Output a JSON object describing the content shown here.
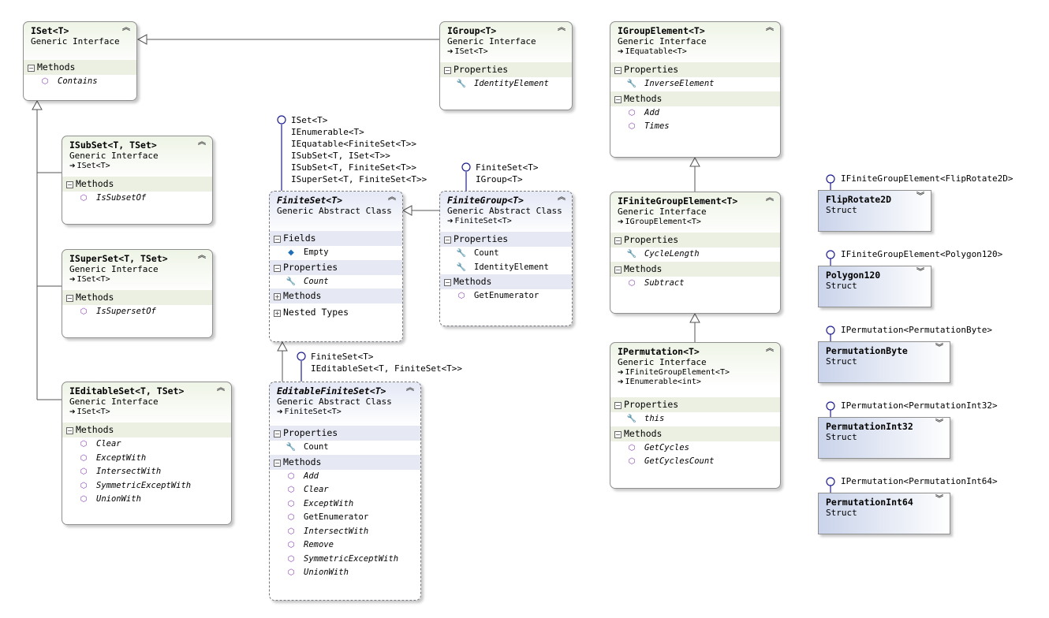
{
  "boxes": {
    "iset": {
      "title": "ISet<T>",
      "kind": "Generic Interface",
      "sec0": "Methods",
      "m0": "Contains"
    },
    "isubset": {
      "title": "ISubSet<T, TSet>",
      "kind": "Generic Interface",
      "inh0": "ISet<T>",
      "sec0": "Methods",
      "m0": "IsSubsetOf"
    },
    "isuperset": {
      "title": "ISuperSet<T, TSet>",
      "kind": "Generic Interface",
      "inh0": "ISet<T>",
      "sec0": "Methods",
      "m0": "IsSupersetOf"
    },
    "ieditableset": {
      "title": "IEditableSet<T, TSet>",
      "kind": "Generic Interface",
      "inh0": "ISet<T>",
      "sec0": "Methods",
      "m0": "Clear",
      "m1": "ExceptWith",
      "m2": "IntersectWith",
      "m3": "SymmetricExceptWith",
      "m4": "UnionWith"
    },
    "igroup": {
      "title": "IGroup<T>",
      "kind": "Generic Interface",
      "inh0": "ISet<T>",
      "sec0": "Properties",
      "p0": "IdentityElement"
    },
    "finiteset": {
      "title": "FiniteSet<T>",
      "kind": "Generic Abstract Class",
      "sec0": "Fields",
      "f0": "Empty",
      "sec1": "Properties",
      "p0": "Count",
      "sec2": "Methods",
      "sec3": "Nested Types"
    },
    "finitegroup": {
      "title": "FiniteGroup<T>",
      "kind": "Generic Abstract Class",
      "inh0": "FiniteSet<T>",
      "sec0": "Properties",
      "p0": "Count",
      "p1": "IdentityElement",
      "sec1": "Methods",
      "m0": "GetEnumerator"
    },
    "editablefiniteset": {
      "title": "EditableFiniteSet<T>",
      "kind": "Generic Abstract Class",
      "inh0": "FiniteSet<T>",
      "sec0": "Properties",
      "p0": "Count",
      "sec1": "Methods",
      "m0": "Add",
      "m1": "Clear",
      "m2": "ExceptWith",
      "m3": "GetEnumerator",
      "m4": "IntersectWith",
      "m5": "Remove",
      "m6": "SymmetricExceptWith",
      "m7": "UnionWith"
    },
    "igroupelement": {
      "title": "IGroupElement<T>",
      "kind": "Generic Interface",
      "inh0": "IEquatable<T>",
      "sec0": "Properties",
      "p0": "InverseElement",
      "sec1": "Methods",
      "m0": "Add",
      "m1": "Times"
    },
    "ifinitegroupelement": {
      "title": "IFiniteGroupElement<T>",
      "kind": "Generic Interface",
      "inh0": "IGroupElement<T>",
      "sec0": "Properties",
      "p0": "CycleLength",
      "sec1": "Methods",
      "m0": "Subtract"
    },
    "ipermutation": {
      "title": "IPermutation<T>",
      "kind": "Generic Interface",
      "inh0": "IFiniteGroupElement<T>",
      "inh1": "IEnumerable<int>",
      "sec0": "Properties",
      "p0": "this",
      "sec1": "Methods",
      "m0": "GetCycles",
      "m1": "GetCyclesCount"
    },
    "fliprotate2d": {
      "title": "FlipRotate2D",
      "kind": "Struct",
      "lollipop": "IFiniteGroupElement<FlipRotate2D>"
    },
    "polygon120": {
      "title": "Polygon120",
      "kind": "Struct",
      "lollipop": "IFiniteGroupElement<Polygon120>"
    },
    "permutationbyte": {
      "title": "PermutationByte",
      "kind": "Struct",
      "lollipop": "IPermutation<PermutationByte>"
    },
    "permutationint32": {
      "title": "PermutationInt32",
      "kind": "Struct",
      "lollipop": "IPermutation<PermutationInt32>"
    },
    "permutationint64": {
      "title": "PermutationInt64",
      "kind": "Struct",
      "lollipop": "IPermutation<PermutationInt64>"
    }
  },
  "lollipops": {
    "finiteset_ifaces": [
      "ISet<T>",
      "IEnumerable<T>",
      "IEquatable<FiniteSet<T>>",
      "ISubSet<T, ISet<T>>",
      "ISubSet<T, FiniteSet<T>>",
      "ISuperSet<T, FiniteSet<T>>"
    ],
    "finitegroup_ifaces": [
      "FiniteSet<T>",
      "IGroup<T>"
    ],
    "editable_ifaces": [
      "FiniteSet<T>",
      "IEditableSet<T, FiniteSet<T>>"
    ]
  },
  "icons": {
    "collapse": "collapse-chevron-icon",
    "expand": "expand-chevron-icon",
    "method": "method-cube-icon",
    "property": "property-wrench-icon",
    "field": "field-box-icon",
    "inherits": "inherits-arrow-icon"
  }
}
